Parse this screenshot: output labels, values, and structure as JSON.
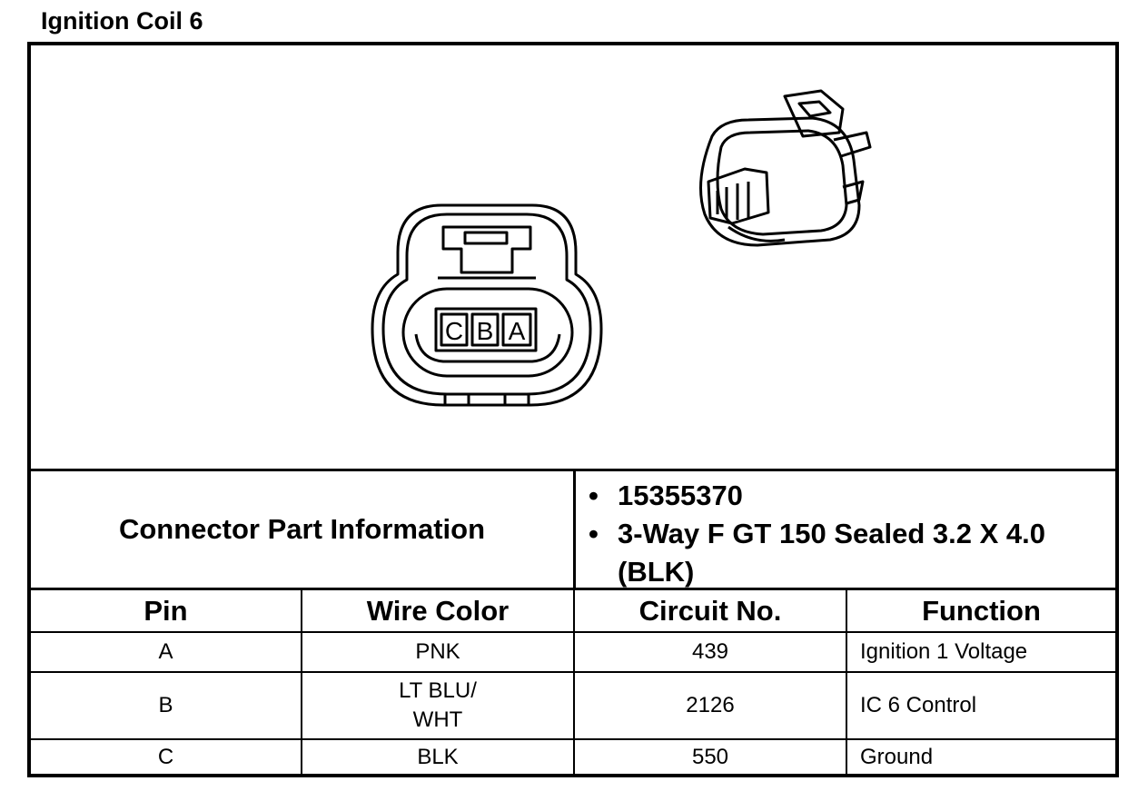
{
  "page": {
    "title": "Ignition Coil 6"
  },
  "connector_face": {
    "cavity_labels": [
      "C",
      "B",
      "A"
    ]
  },
  "connector_info": {
    "label": "Connector Part Information",
    "values": [
      "15355370",
      "3-Way F GT 150 Sealed 3.2 X 4.0 (BLK)"
    ],
    "bullet": "•"
  },
  "pin_table": {
    "headers": [
      "Pin",
      "Wire Color",
      "Circuit No.",
      "Function"
    ],
    "rows": [
      {
        "pin": "A",
        "wire_color": [
          "PNK"
        ],
        "circuit": "439",
        "function": "Ignition 1 Voltage"
      },
      {
        "pin": "B",
        "wire_color": [
          "LT BLU/",
          "WHT"
        ],
        "circuit": "2126",
        "function": "IC 6 Control"
      },
      {
        "pin": "C",
        "wire_color": [
          "BLK"
        ],
        "circuit": "550",
        "function": "Ground"
      }
    ]
  },
  "colors": {
    "line": "#000000",
    "background": "#ffffff"
  }
}
